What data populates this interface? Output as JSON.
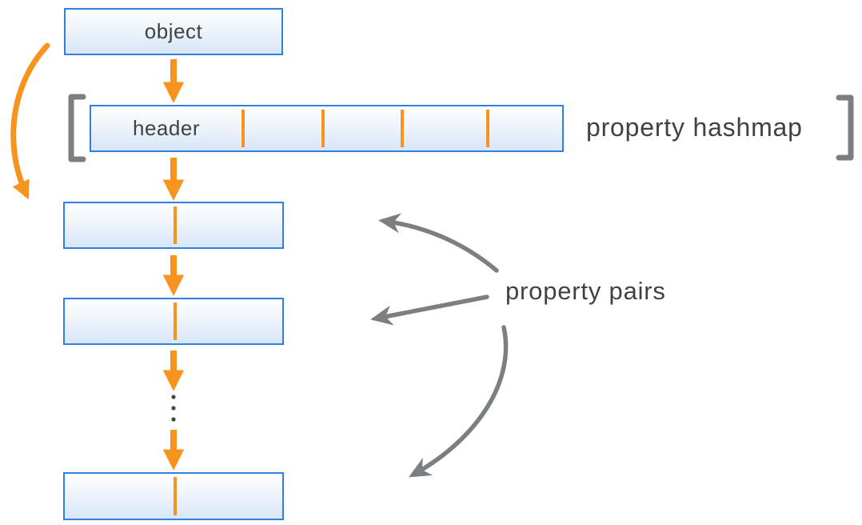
{
  "diagram": {
    "boxes": {
      "object": {
        "label": "object"
      },
      "hashmap": {
        "header_label": "header",
        "cell_count": 5
      },
      "property_pair_count": 3
    },
    "captions": {
      "hashmap": "property hashmap",
      "pairs": "property pairs"
    },
    "colors": {
      "accent_orange": "#F7941E",
      "box_border_blue": "#2E82DD",
      "box_fill_top": "#FDFEFF",
      "box_fill_bottom": "#D8E6F7",
      "annotation_gray": "#7B7F82",
      "label_text": "#3F4245"
    }
  }
}
